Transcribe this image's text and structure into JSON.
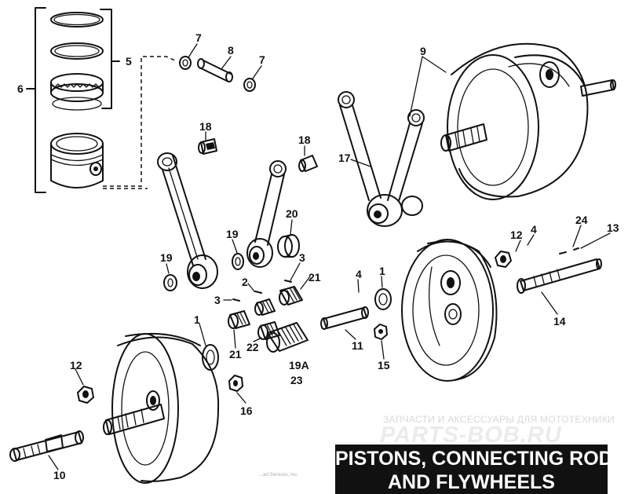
{
  "title": {
    "line1": "PISTONS, CONNECTING RODS",
    "line2": "AND FLYWHEELS"
  },
  "watermark": {
    "tagline": "ЗАПЧАСТИ И АКСЕССУАРЫ ДЛЯ МОТОТЕХНИКИ",
    "logo": "PARTS-BOB.RU"
  },
  "credit": "...art Services, Inc.",
  "callouts": {
    "c7a": "7",
    "c8": "8",
    "c7b": "7",
    "c5": "5",
    "c6": "6",
    "c9": "9",
    "c18a": "18",
    "c18b": "18",
    "c17": "17",
    "c20": "20",
    "c19a": "19",
    "c19b": "19",
    "c3a": "3",
    "c2": "2",
    "c3b": "3",
    "c21a": "21",
    "c21b": "21",
    "c22": "22",
    "c19A": "19A",
    "c23": "23",
    "c1a": "1",
    "c4a": "4",
    "c1b": "1",
    "c11": "11",
    "c15": "15",
    "c12a": "12",
    "c4b": "4",
    "c24": "24",
    "c13": "13",
    "c14": "14",
    "c12b": "12",
    "c16": "16",
    "c10": "10"
  }
}
